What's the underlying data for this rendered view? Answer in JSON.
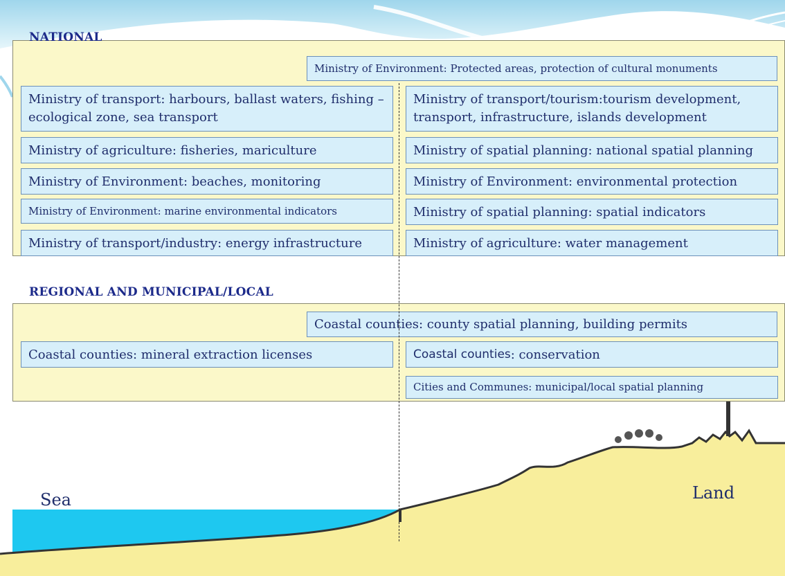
{
  "national": {
    "title": "NATIONAL",
    "boxes": [
      "Ministry of Environment: Protected areas, protection of cultural monuments",
      "Ministry of transport: harbours, ballast waters, fishing – ecological zone, sea transport",
      "Ministry of transport/tourism:tourism development, transport, infrastructure, islands development",
      "Ministry of agriculture: fisheries, mariculture",
      "Ministry of spatial planning: national spatial planning",
      "Ministry of Environment: beaches, monitoring",
      "Ministry of Environment: environmental protection",
      "Ministry of Environment: marine environmental indicators",
      "Ministry of spatial planning: spatial indicators",
      "Ministry of transport/industry: energy infrastructure",
      "Ministry of agriculture: water management"
    ]
  },
  "regional": {
    "title": "REGIONAL AND MUNICIPAL/LOCAL",
    "boxes": [
      "Coastal counties: county spatial planning, building permits",
      "Coastal counties: mineral extraction licenses",
      "Coastal counties",
      ": conservation",
      "Cities and Communes: municipal/local spatial planning"
    ]
  },
  "labels": {
    "sea": "Sea",
    "land": "Land"
  },
  "colors": {
    "panel": "#fbf8c9",
    "box": "#d7effa",
    "sea": "#1ec8f0",
    "land": "#f8ee9c",
    "text": "#1f2d6b",
    "title": "#1c2a8a"
  }
}
